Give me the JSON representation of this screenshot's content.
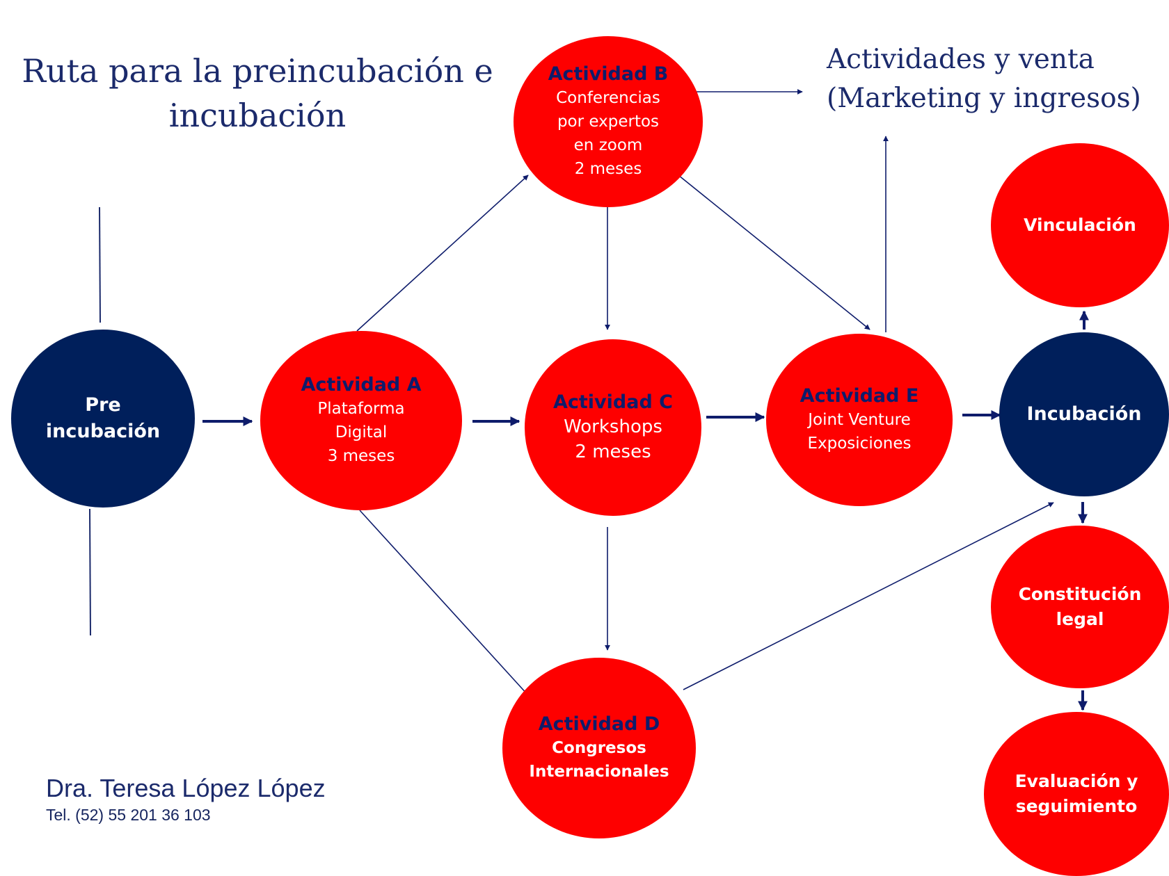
{
  "title": {
    "line1": "Ruta para la preincubación e",
    "line2": "incubación"
  },
  "sales": {
    "line1": "Actividades y venta",
    "line2": "(Marketing y ingresos)"
  },
  "author": {
    "name": "Dra. Teresa López López",
    "tel": "Tel. (52) 55 201 36 103"
  },
  "nodes": {
    "pre": {
      "lines": [
        "Pre",
        "incubación"
      ]
    },
    "a": {
      "head": "Actividad A",
      "lines": [
        "Plataforma",
        "Digital",
        "3 meses"
      ]
    },
    "b": {
      "head": "Actividad B",
      "lines": [
        "Conferencias",
        "por expertos",
        "en zoom",
        "2 meses"
      ]
    },
    "c": {
      "head": "Actividad C",
      "lines": [
        "Workshops",
        "2 meses"
      ]
    },
    "d": {
      "head": "Actividad D",
      "lines": [
        "Congresos",
        "Internacionales"
      ]
    },
    "e": {
      "head": "Actividad E",
      "lines": [
        "Joint Venture",
        "Exposiciones"
      ]
    },
    "incubacion": {
      "label": "Incubación"
    },
    "vinculacion": {
      "label": "Vinculación"
    },
    "constitucion": {
      "lines": [
        "Constitución",
        "legal"
      ]
    },
    "evaluacion": {
      "lines": [
        "Evaluación y",
        "seguimiento"
      ]
    }
  },
  "colors": {
    "red": "#fe0000",
    "navy": "#001f5b",
    "text_navy": "#1b2a6b",
    "arrow": "#0e1c6b"
  }
}
